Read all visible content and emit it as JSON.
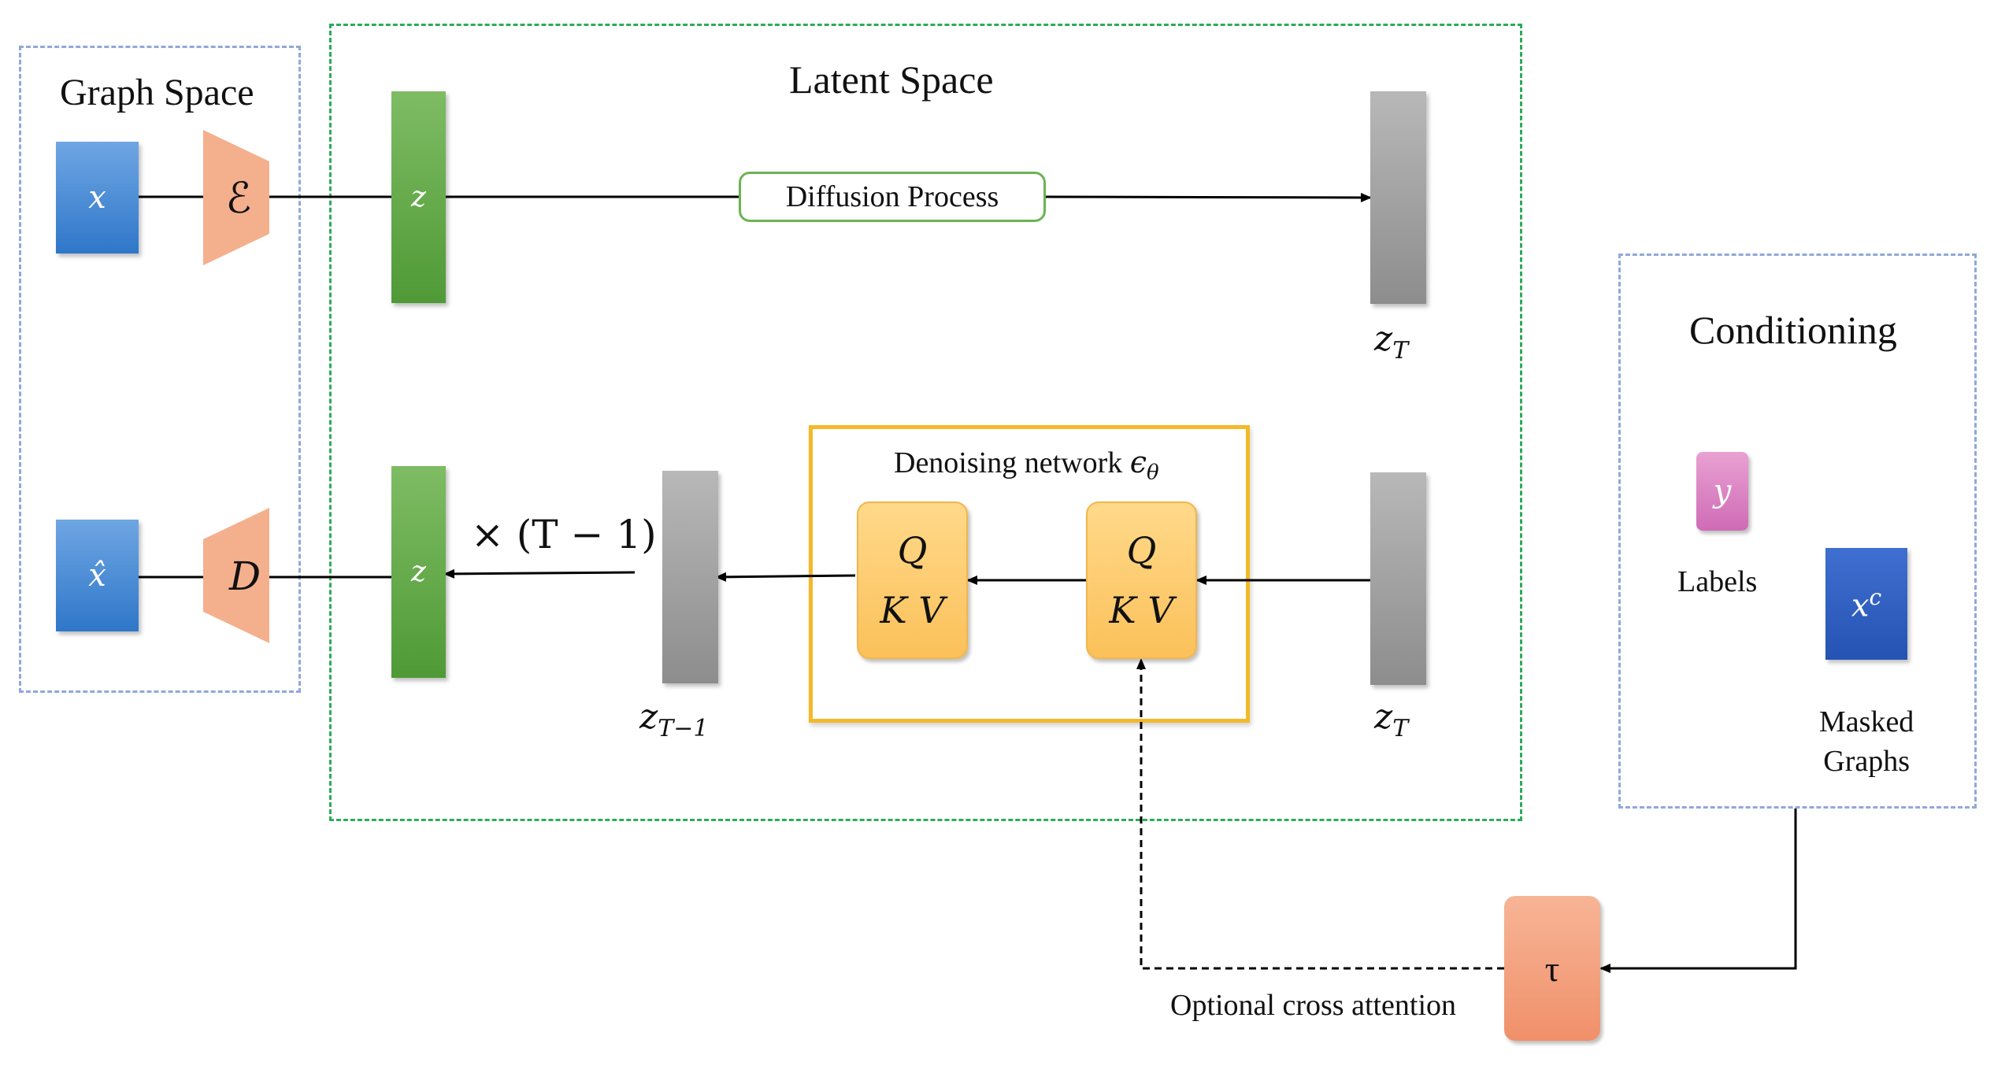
{
  "regions": {
    "graph_space": "Graph Space",
    "latent_space": "Latent Space",
    "conditioning": "Conditioning"
  },
  "nodes": {
    "x": "x",
    "x_hat": "x̂",
    "encoder": "ℰ",
    "decoder": "D",
    "z_top": "z",
    "z_bottom": "z",
    "z_T_top": "zT",
    "z_T_bottom": "zT",
    "z_T_minus_1": "zT−1",
    "y": "y",
    "x_c": "xc",
    "tau": "τ"
  },
  "sub": {
    "T": "T",
    "T_minus_1": "T−1",
    "c": "c"
  },
  "diffusion_process": "Diffusion Process",
  "denoising": {
    "title": "Denoising network",
    "symbol": "ϵ",
    "symbol_sub": "θ",
    "qkv_q": "Q",
    "qkv_kv": "K V"
  },
  "repeat_label": "× (T − 1)",
  "conditioning_labels": {
    "labels": "Labels",
    "masked_line1": "Masked",
    "masked_line2": "Graphs"
  },
  "cross_attention": "Optional cross attention",
  "colors": {
    "graph_space_border": "#8fa9d9",
    "latent_space_border": "#2eab5a",
    "denoise_border": "#f3b928",
    "diffusion_border": "#4f9a36"
  }
}
